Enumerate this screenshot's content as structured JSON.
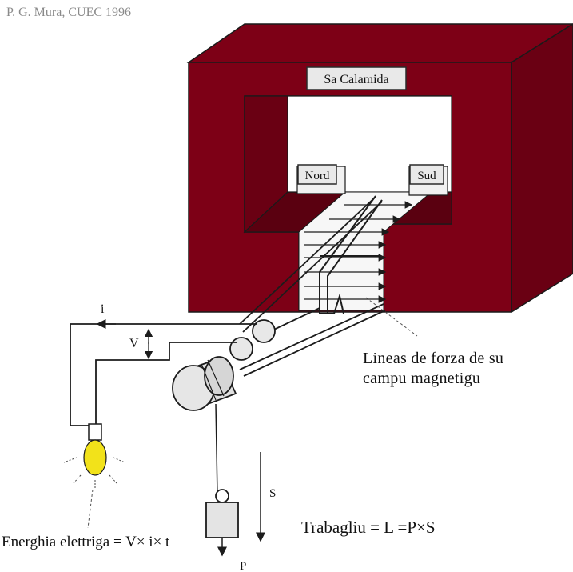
{
  "credit": "P.  G. Mura, CUEC 1996",
  "labels": {
    "magnet": "Sa Calamida",
    "north": "Nord",
    "south": "Sud",
    "field_lines_1": "Lineas de forza de su",
    "field_lines_2": "campu magnetigu",
    "current": "i",
    "voltage": "V",
    "displacement": "S",
    "weight": "P",
    "work_formula": "Trabagliu = L =P×S",
    "energy_formula": "Energhia elettriga = V× i× t"
  },
  "colors": {
    "magnet": "#7d0016",
    "bulb": "#f2e21a",
    "line": "#1c1c1c",
    "label_box": "#e9e9e9",
    "credit_text": "#8a8a8a"
  }
}
